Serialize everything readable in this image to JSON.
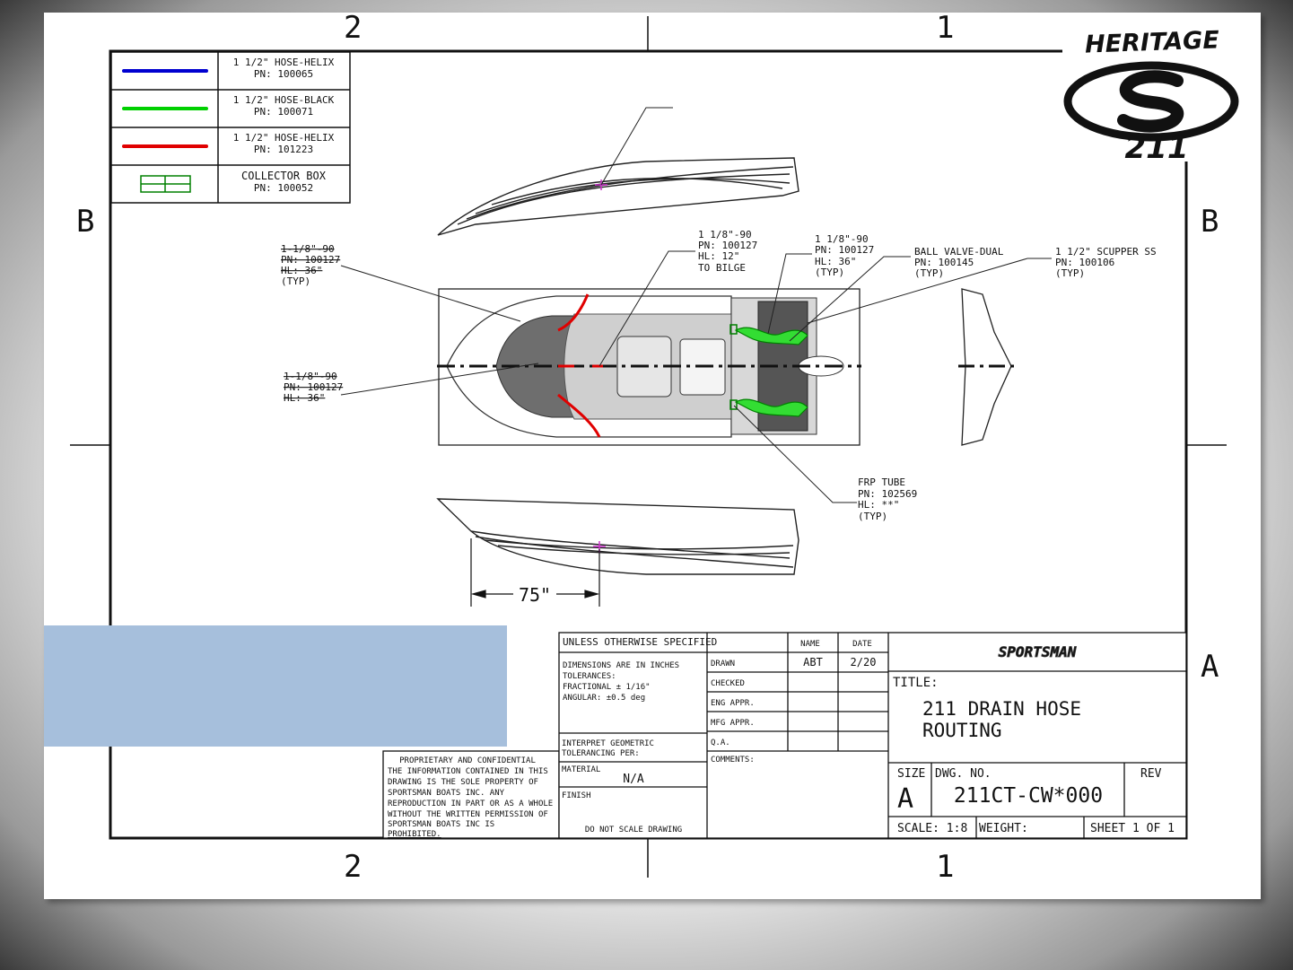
{
  "border": {
    "col_top_left": "2",
    "col_top_right": "1",
    "col_bottom_left": "2",
    "col_bottom_right": "1",
    "row_upper_left": "B",
    "row_upper_right": "B",
    "row_lower_left": "A",
    "row_lower_right": "A"
  },
  "legend": [
    {
      "line1": "1 1/2\" HOSE-HELIX",
      "line2": "PN: 100065",
      "color": "#0000d0"
    },
    {
      "line1": "1 1/2\" HOSE-BLACK",
      "line2": "PN: 100071",
      "color": "#00d000"
    },
    {
      "line1": "1 1/2\" HOSE-HELIX",
      "line2": "PN: 101223",
      "color": "#e00000"
    },
    {
      "line1": "COLLECTOR BOX",
      "line2": "PN: 100052",
      "color": "#008000"
    }
  ],
  "logo": {
    "top": "HERITAGE",
    "bottom": "211"
  },
  "callouts": {
    "c1": [
      "1-1/8\"-90",
      "PN: 100127",
      "HL: 36\"",
      "(TYP)"
    ],
    "c2": [
      "1-1/8\"-90",
      "PN: 100127",
      "HL: 36\""
    ],
    "c3": [
      "1 1/8\"-90",
      "PN: 100127",
      "HL: 12\"",
      "TO BILGE"
    ],
    "c4": [
      "1 1/8\"-90",
      "PN: 100127",
      "HL: 36\"",
      "(TYP)"
    ],
    "c5": [
      "BALL VALVE-DUAL",
      "PN: 100145",
      "(TYP)"
    ],
    "c6": [
      "1 1/2\" SCUPPER SS",
      "PN: 100106",
      "(TYP)"
    ],
    "c7": [
      "FRP TUBE",
      "PN: 102569",
      "HL: **\"",
      "(TYP)"
    ]
  },
  "dimension": "75\"",
  "title_block": {
    "unless": "UNLESS OTHERWISE SPECIFIED",
    "dims": [
      "DIMENSIONS ARE IN INCHES",
      "TOLERANCES:",
      "FRACTIONAL ± 1/16\"",
      "ANGULAR: ±0.5 deg"
    ],
    "interpret": [
      "INTERPRET GEOMETRIC",
      "TOLERANCING PER:"
    ],
    "material_label": "MATERIAL",
    "material_value": "N/A",
    "finish_label": "FINISH",
    "do_not_scale": "DO NOT SCALE DRAWING",
    "name_header": "NAME",
    "date_header": "DATE",
    "rows": [
      {
        "label": "DRAWN",
        "name": "ABT",
        "date": "2/20"
      },
      {
        "label": "CHECKED",
        "name": "",
        "date": ""
      },
      {
        "label": "ENG APPR.",
        "name": "",
        "date": ""
      },
      {
        "label": "MFG APPR.",
        "name": "",
        "date": ""
      },
      {
        "label": "Q.A.",
        "name": "",
        "date": ""
      }
    ],
    "comments": "COMMENTS:",
    "company": "SPORTSMAN",
    "title_label": "TITLE:",
    "title_line1": "211 DRAIN HOSE",
    "title_line2": "ROUTING",
    "size_label": "SIZE",
    "size_value": "A",
    "dwg_label": "DWG.  NO.",
    "dwg_value": "211CT-CW*000",
    "rev_label": "REV",
    "scale": "SCALE: 1:8",
    "weight": "WEIGHT:",
    "sheet": "SHEET 1 OF 1"
  },
  "proprietary": [
    "PROPRIETARY AND CONFIDENTIAL",
    "THE INFORMATION CONTAINED IN THIS",
    "DRAWING IS THE SOLE PROPERTY OF",
    "SPORTSMAN BOATS INC. ANY",
    "REPRODUCTION IN PART OR AS A WHOLE",
    "WITHOUT THE WRITTEN PERMISSION OF",
    "SPORTSMAN BOATS INC IS",
    "PROHIBITED."
  ],
  "colors": {
    "hose_blue": "#0000d0",
    "hose_green": "#00d000",
    "hose_red": "#e00000",
    "overlay": "#a6bfdc",
    "marker": "#cc33cc"
  }
}
